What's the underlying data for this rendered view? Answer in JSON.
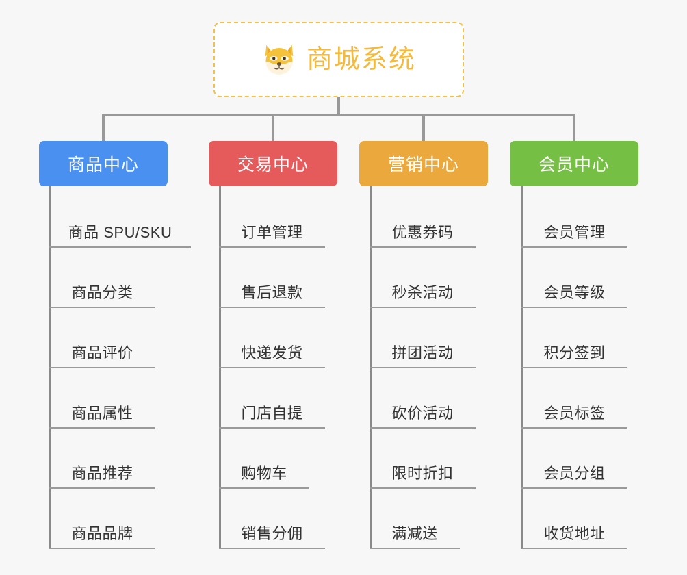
{
  "background_color": "#f7f7f7",
  "connector_color": "#999999",
  "root": {
    "title": "商城系统",
    "icon": "dog-face-icon",
    "title_color": "#f5b93c",
    "border_color": "#f2c14a",
    "background_color": "#ffffff"
  },
  "columns": [
    {
      "title": "商品中心",
      "color": "#4a90f0",
      "items": [
        {
          "label": "商品 SPU/SKU",
          "underline_width": 207
        },
        {
          "label": "商品分类",
          "underline_width": 155
        },
        {
          "label": "商品评价",
          "underline_width": 155
        },
        {
          "label": "商品属性",
          "underline_width": 155
        },
        {
          "label": "商品推荐",
          "underline_width": 155
        },
        {
          "label": "商品品牌",
          "underline_width": 155
        }
      ]
    },
    {
      "title": "交易中心",
      "color": "#e55b5b",
      "items": [
        {
          "label": "订单管理",
          "underline_width": 155
        },
        {
          "label": "售后退款",
          "underline_width": 155
        },
        {
          "label": "快递发货",
          "underline_width": 155
        },
        {
          "label": "门店自提",
          "underline_width": 155
        },
        {
          "label": "购物车",
          "underline_width": 132
        },
        {
          "label": "销售分佣",
          "underline_width": 155
        }
      ]
    },
    {
      "title": "营销中心",
      "color": "#eba83c",
      "items": [
        {
          "label": "优惠券码",
          "underline_width": 155
        },
        {
          "label": "秒杀活动",
          "underline_width": 155
        },
        {
          "label": "拼团活动",
          "underline_width": 155
        },
        {
          "label": "砍价活动",
          "underline_width": 155
        },
        {
          "label": "限时折扣",
          "underline_width": 155
        },
        {
          "label": "满减送",
          "underline_width": 132
        }
      ]
    },
    {
      "title": "会员中心",
      "color": "#76bf45",
      "items": [
        {
          "label": "会员管理",
          "underline_width": 155
        },
        {
          "label": "会员等级",
          "underline_width": 155
        },
        {
          "label": "积分签到",
          "underline_width": 155
        },
        {
          "label": "会员标签",
          "underline_width": 155
        },
        {
          "label": "会员分组",
          "underline_width": 155
        },
        {
          "label": "收货地址",
          "underline_width": 155
        }
      ]
    }
  ]
}
